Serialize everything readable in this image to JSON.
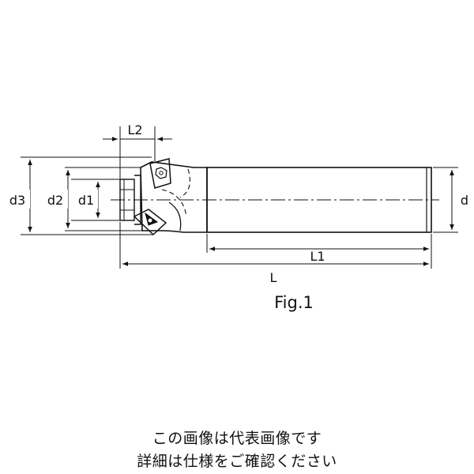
{
  "figure": {
    "label": "Fig.1",
    "dimensions": {
      "d3": "d3",
      "d2": "d2",
      "d1": "d1",
      "d": "d",
      "L2": "L2",
      "L1": "L1",
      "L": "L"
    }
  },
  "caption": {
    "line1": "この画像は代表画像です",
    "line2": "詳細は仕様をご確認ください"
  }
}
